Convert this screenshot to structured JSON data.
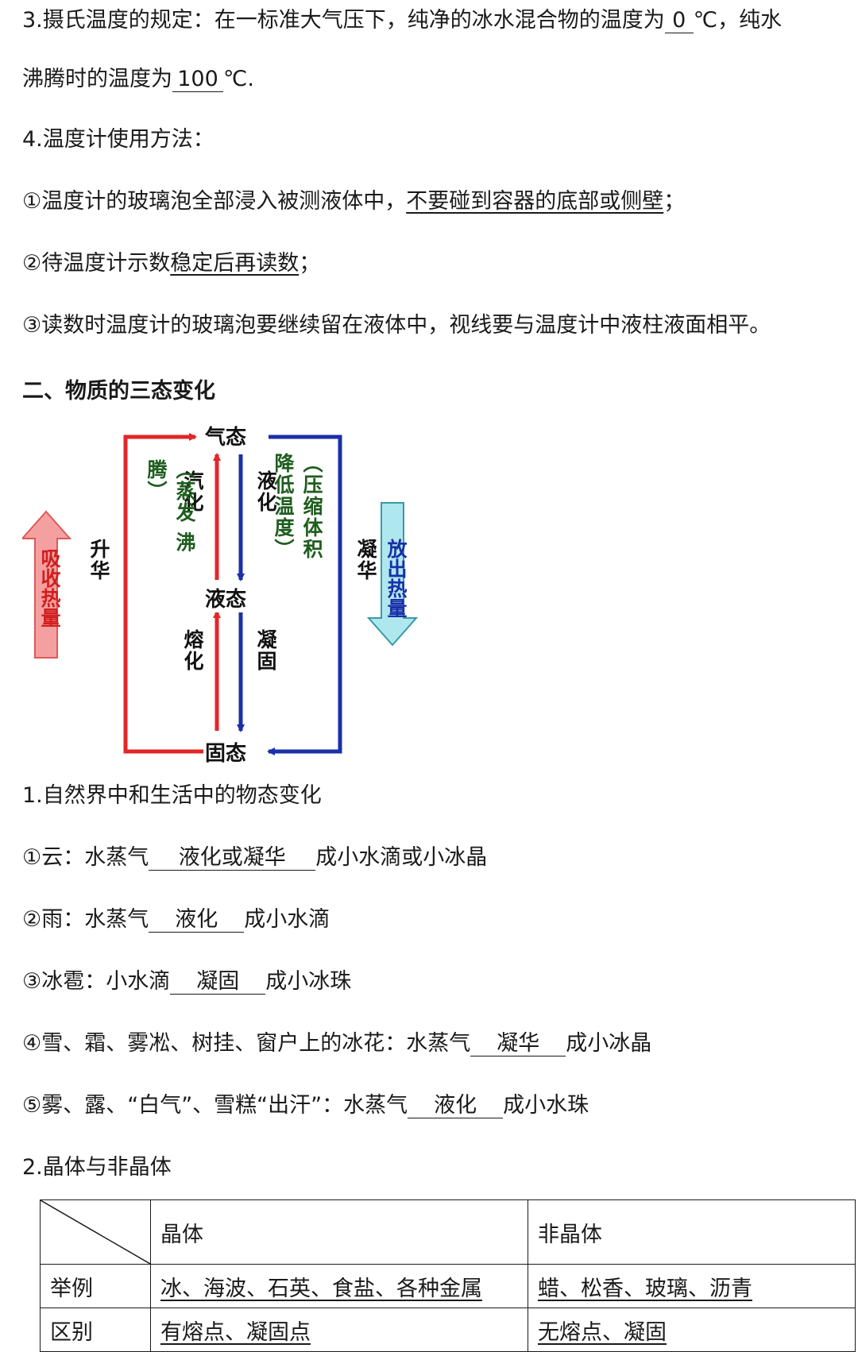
{
  "section3": {
    "line1_prefix": "3.摄氏温度的规定：在一标准大气压下，纯净的冰水混合物的温度为",
    "line1_blank": "0",
    "line1_suffix": "℃，纯水",
    "line2_prefix": "沸腾时的温度为",
    "line2_blank": "100",
    "line2_suffix": "℃."
  },
  "section4": {
    "title": "4.温度计使用方法：",
    "item1_prefix": "①温度计的玻璃泡全部浸入被测液体中，",
    "item1_underlined": "不要碰到容器的底部或侧壁",
    "item1_suffix": "；",
    "item2_prefix": "②待温度计示数",
    "item2_underlined": "稳定后再读数",
    "item2_suffix": "；",
    "item3": "③读数时温度计的玻璃泡要继续留在液体中，视线要与温度计中液柱液面相平。"
  },
  "heading2": "二、物质的三态变化",
  "diagram": {
    "gas": "气态",
    "liquid": "液态",
    "solid": "固态",
    "vaporize": "汽化",
    "vaporize_methods": "（蒸发 沸腾）",
    "liquefy": "液化",
    "liquefy_methods": "（压缩体积 降低温度）",
    "melt": "熔化",
    "freeze": "凝固",
    "sublimate": "升华",
    "deposit": "凝华",
    "absorb_heat": "吸收热量",
    "release_heat": "放出热量",
    "colors": {
      "red": "#e32626",
      "blue": "#1a2fa8",
      "absorb_fill": "#f4a0a0",
      "release_fill": "#aee8ee"
    }
  },
  "natural": {
    "title": "1.自然界中和生活中的物态变化",
    "items": [
      {
        "prefix": "①云：水蒸气",
        "blank": "液化或凝华",
        "suffix": "成小水滴或小冰晶"
      },
      {
        "prefix": "②雨：水蒸气",
        "blank": "液化",
        "suffix": "成小水滴"
      },
      {
        "prefix": "③冰雹：小水滴",
        "blank": "凝固",
        "suffix": "成小冰珠"
      },
      {
        "prefix": "④雪、霜、雾凇、树挂、窗户上的冰花：水蒸气",
        "blank": "凝华",
        "suffix": "成小冰晶"
      },
      {
        "prefix": "⑤雾、露、“白气”、雪糕“出汗”：水蒸气",
        "blank": "液化",
        "suffix": "成小水珠"
      }
    ]
  },
  "crystal": {
    "title": "2.晶体与非晶体",
    "header": [
      "晶体",
      "非晶体"
    ],
    "rows": [
      {
        "label": "举例",
        "crystal": "冰、海波、石英、食盐、各种金属",
        "amorphous": "蜡、松香、玻璃、沥青"
      },
      {
        "label": "区别",
        "crystal": "有熔点、凝固点",
        "amorphous": "无熔点、凝固"
      }
    ]
  }
}
